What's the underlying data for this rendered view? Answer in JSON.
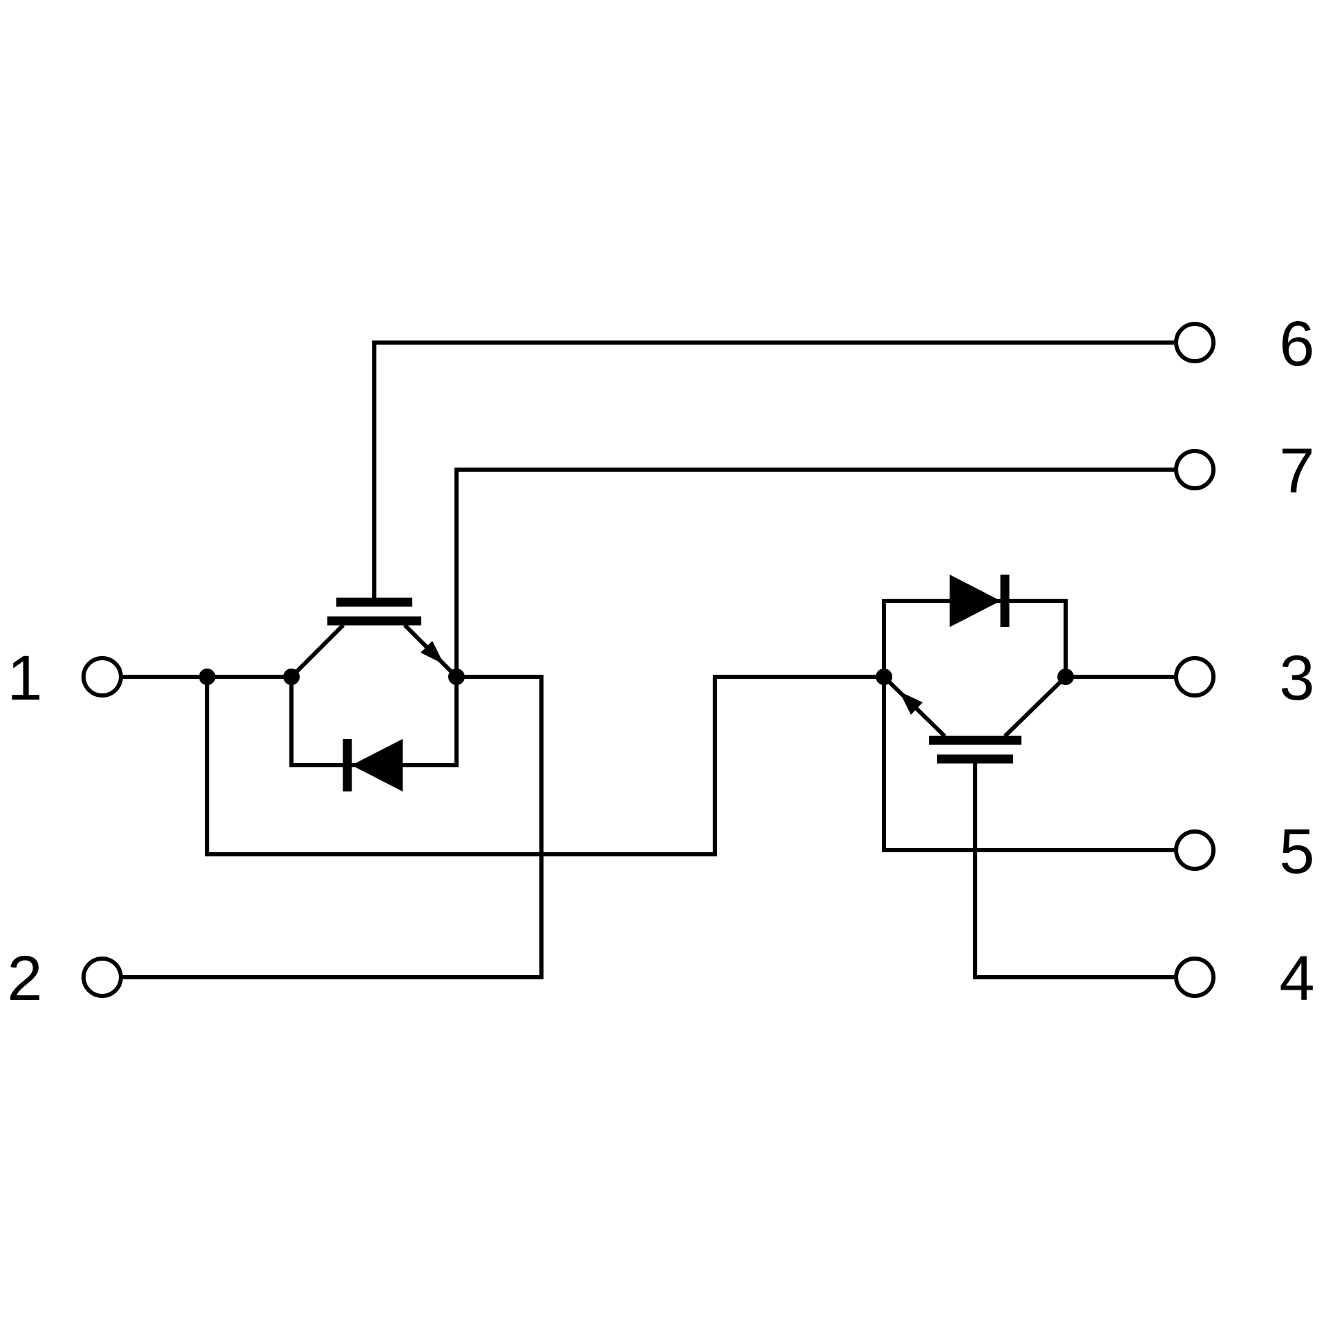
{
  "diagram": {
    "type": "circuit-schematic",
    "description": "Dual IGBT power module schematic with two IGBTs and anti-parallel freewheeling diodes, seven numbered terminals",
    "background_color": "#ffffff",
    "line_color": "#000000",
    "terminals": [
      {
        "label": "1",
        "side": "left"
      },
      {
        "label": "2",
        "side": "left"
      },
      {
        "label": "3",
        "side": "right"
      },
      {
        "label": "4",
        "side": "right"
      },
      {
        "label": "5",
        "side": "right"
      },
      {
        "label": "6",
        "side": "right"
      },
      {
        "label": "7",
        "side": "right"
      }
    ],
    "components": [
      {
        "name": "igbt-left",
        "kind": "IGBT transistor"
      },
      {
        "name": "diode-left",
        "kind": "anti-parallel diode"
      },
      {
        "name": "igbt-right",
        "kind": "IGBT transistor"
      },
      {
        "name": "diode-right",
        "kind": "anti-parallel diode"
      }
    ]
  }
}
